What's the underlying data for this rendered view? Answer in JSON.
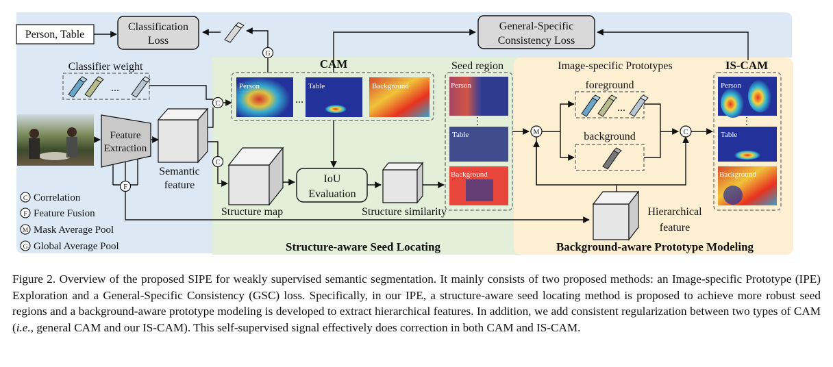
{
  "diagram": {
    "inputs": {
      "labels_box": "Person, Table",
      "classifier_weight": "Classifier weight",
      "classifier_dots": "..."
    },
    "losses": {
      "classification": [
        "Classification",
        "Loss"
      ],
      "consistency": [
        "General-Specific",
        "Consistency Loss"
      ]
    },
    "modules": {
      "feature_extraction": [
        "Feature",
        "Extraction"
      ],
      "semantic_feature": [
        "Semantic",
        "feature"
      ],
      "structure_map": "Structure map",
      "iou": [
        "IoU",
        "Evaluation"
      ],
      "structure_similarity": "Structure similarity",
      "hierarchical_feature": [
        "Hierarchical",
        "feature"
      ]
    },
    "cam": {
      "title": "CAM",
      "maps": [
        "Person",
        "Table",
        "Background"
      ],
      "dots": "..."
    },
    "seed": {
      "title": "Seed region",
      "maps": [
        "Person",
        "Table",
        "Background"
      ]
    },
    "prototypes": {
      "title": "Image-specific Prototypes",
      "foreground": "foreground",
      "background": "background",
      "dots": "..."
    },
    "iscam": {
      "title": "IS-CAM",
      "maps": [
        "Person",
        "Table",
        "Background"
      ]
    },
    "regions": {
      "seed_locating": "Structure-aware Seed Locating",
      "prototype_modeling": "Background-aware Prototype Modeling"
    },
    "ops": {
      "correlation": "C",
      "fusion": "F",
      "mask_pool": "M",
      "global_pool": "G"
    },
    "legend": [
      {
        "symbol": "C",
        "label": "Correlation"
      },
      {
        "symbol": "F",
        "label": "Feature Fusion"
      },
      {
        "symbol": "M",
        "label": "Mask Average Pool"
      },
      {
        "symbol": "G",
        "label": "Global Average Pool"
      }
    ],
    "colors": {
      "blue_region": "#dce9f5",
      "green_region": "#e3efd9",
      "yellow_region": "#fdf0d2",
      "loss_box": "#d9d9d9",
      "cube": "#e6e6e6",
      "heat_blue": "#23329a",
      "heat_red": "#e03a24"
    }
  },
  "caption": {
    "p1": "Figure 2. Overview of the proposed SIPE for weakly supervised semantic segmentation. It mainly consists of two proposed methods: an Image-specific Prototype (IPE) Exploration and a General-Specific Consistency (GSC) loss. Specifically, in our IPE, a structure-aware seed locating method is proposed to achieve more robust seed regions and a background-aware prototype modeling is developed to extract hierarchical features. In addition, we add consistent regularization between two types of CAM (",
    "ie": "i.e.",
    "p2": ", general CAM and our IS-CAM). This self-supervised signal effectively does correction in both CAM and IS-CAM."
  }
}
